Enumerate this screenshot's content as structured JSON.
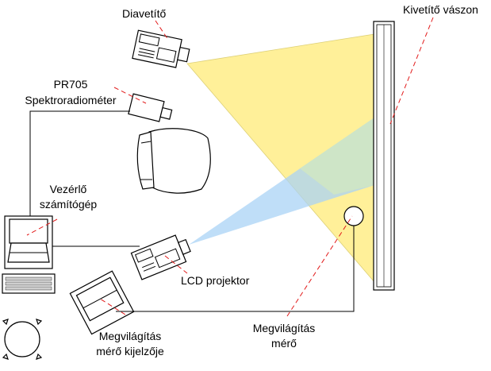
{
  "labels": {
    "slide_projector": "Diavetítő",
    "screen": "Kivetítő vászon",
    "spectro_line1": "PR705",
    "spectro_line2": "Spektroradiométer",
    "computer_line1": "Vezérlő",
    "computer_line2": "számítógép",
    "lcd_projector": "LCD projektor",
    "meter_display_line1": "Megvilágítás",
    "meter_display_line2": "mérő kijelzője",
    "meter_line1": "Megvilágítás",
    "meter_line2": "mérő"
  },
  "colors": {
    "slide_beam": "#ffee88",
    "lcd_beam": "#a9d3f5",
    "overlap": "#cfe6c4",
    "leader_lines": "#e21b1b"
  }
}
